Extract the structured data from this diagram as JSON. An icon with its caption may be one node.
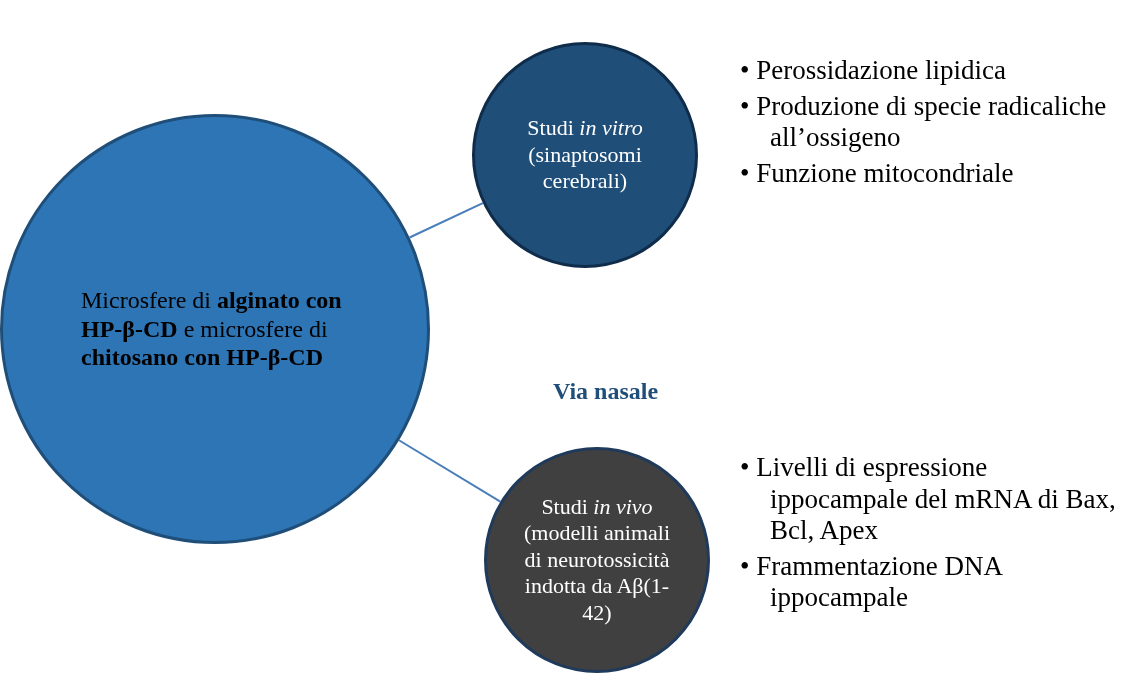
{
  "diagram": {
    "nodes": [
      {
        "text": [
          "Microsfere di **alginato con HP-β-CD** e microsfere di **chitosano con HP-β-CD**"
        ]
      },
      {
        "text": [
          "Studi *in vitro* (sinaptosomi cerebrali)"
        ],
        "beside": [
          "• Perossidazione lipidica",
          "• Produzione di specie radicaliche all’ossigeno",
          "• Funzione mitocondriale"
        ]
      },
      {
        "text": [
          "Studi *in vivo* (modelli animali di neurotossicità indotta da Aβ(1-42)"
        ],
        "beside": [
          "• Livelli di espressione ippocampale del mRNA di Bax, Bcl, Apex",
          "• Frammentazione DNA ippocampale"
        ]
      }
    ],
    "edges": [
      {
        "from": 0,
        "to": 1,
        "arrow": "none"
      },
      {
        "from": 0,
        "to": 2,
        "arrow": "none"
      }
    ],
    "labels": [
      "Via nasale"
    ]
  }
}
